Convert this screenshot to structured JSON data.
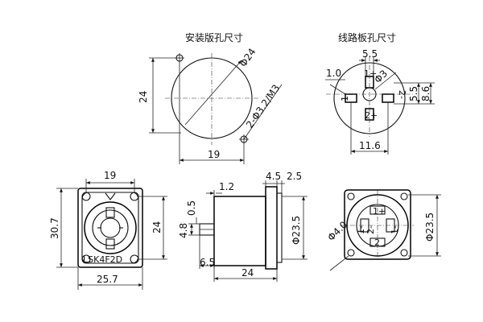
{
  "titles": {
    "panel_cutout": "安装版孔尺寸",
    "pcb_cutout": "线路板孔尺寸"
  },
  "panel_cutout": {
    "diameter": "Φ24",
    "height": "24",
    "screw_holes": "2-Φ3.2/M3",
    "width": "19"
  },
  "pcb_cutout": {
    "pin_plus_top": "1+",
    "pin_plus_bottom": "2+",
    "pin_minus_left": "1-",
    "pin_minus_right": "2-",
    "dim_pitch_top": "5.5",
    "dim_left": "1.0",
    "dim_hole": "Φ3",
    "dim_right_a": "5.5",
    "dim_right_b": "8.6",
    "dim_bottom": "11.6"
  },
  "front_view": {
    "width_top": "19",
    "height_left": "30.7",
    "height_right": "24",
    "width_bottom": "25.7",
    "model": "LSK4F2D"
  },
  "side_view": {
    "dim_1_2": "1.2",
    "dim_4_5": "4.5",
    "dim_2_5": "2.5",
    "dim_0_5": "0.5",
    "dim_4_8": "4.8",
    "dim_6_5": "6.5",
    "dim_24": "24",
    "dim_dia": "Φ23.5"
  },
  "rear_view": {
    "pin_top": "1+",
    "pin_left": "1-",
    "pin_right": "1-",
    "pin_mid_left": "2-",
    "pin_bottom": "2",
    "dim_hole": "Φ4.0",
    "dim_dia": "Φ23.5"
  }
}
